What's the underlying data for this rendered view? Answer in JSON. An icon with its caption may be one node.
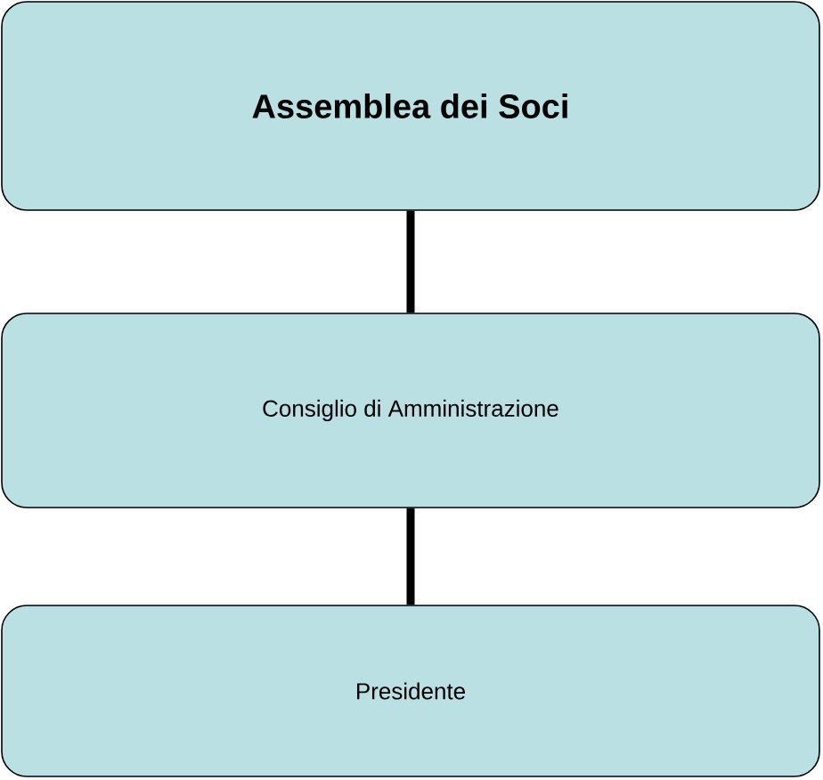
{
  "diagram": {
    "nodes": [
      {
        "text": [
          "Assemblea dei Soci"
        ]
      },
      {
        "text": [
          "Consiglio di Amministrazione"
        ]
      },
      {
        "text": [
          "Presidente"
        ]
      }
    ],
    "edges": [
      {
        "from": 0,
        "to": 1,
        "arrow": "none"
      },
      {
        "from": 1,
        "to": 2,
        "arrow": "none"
      }
    ]
  }
}
